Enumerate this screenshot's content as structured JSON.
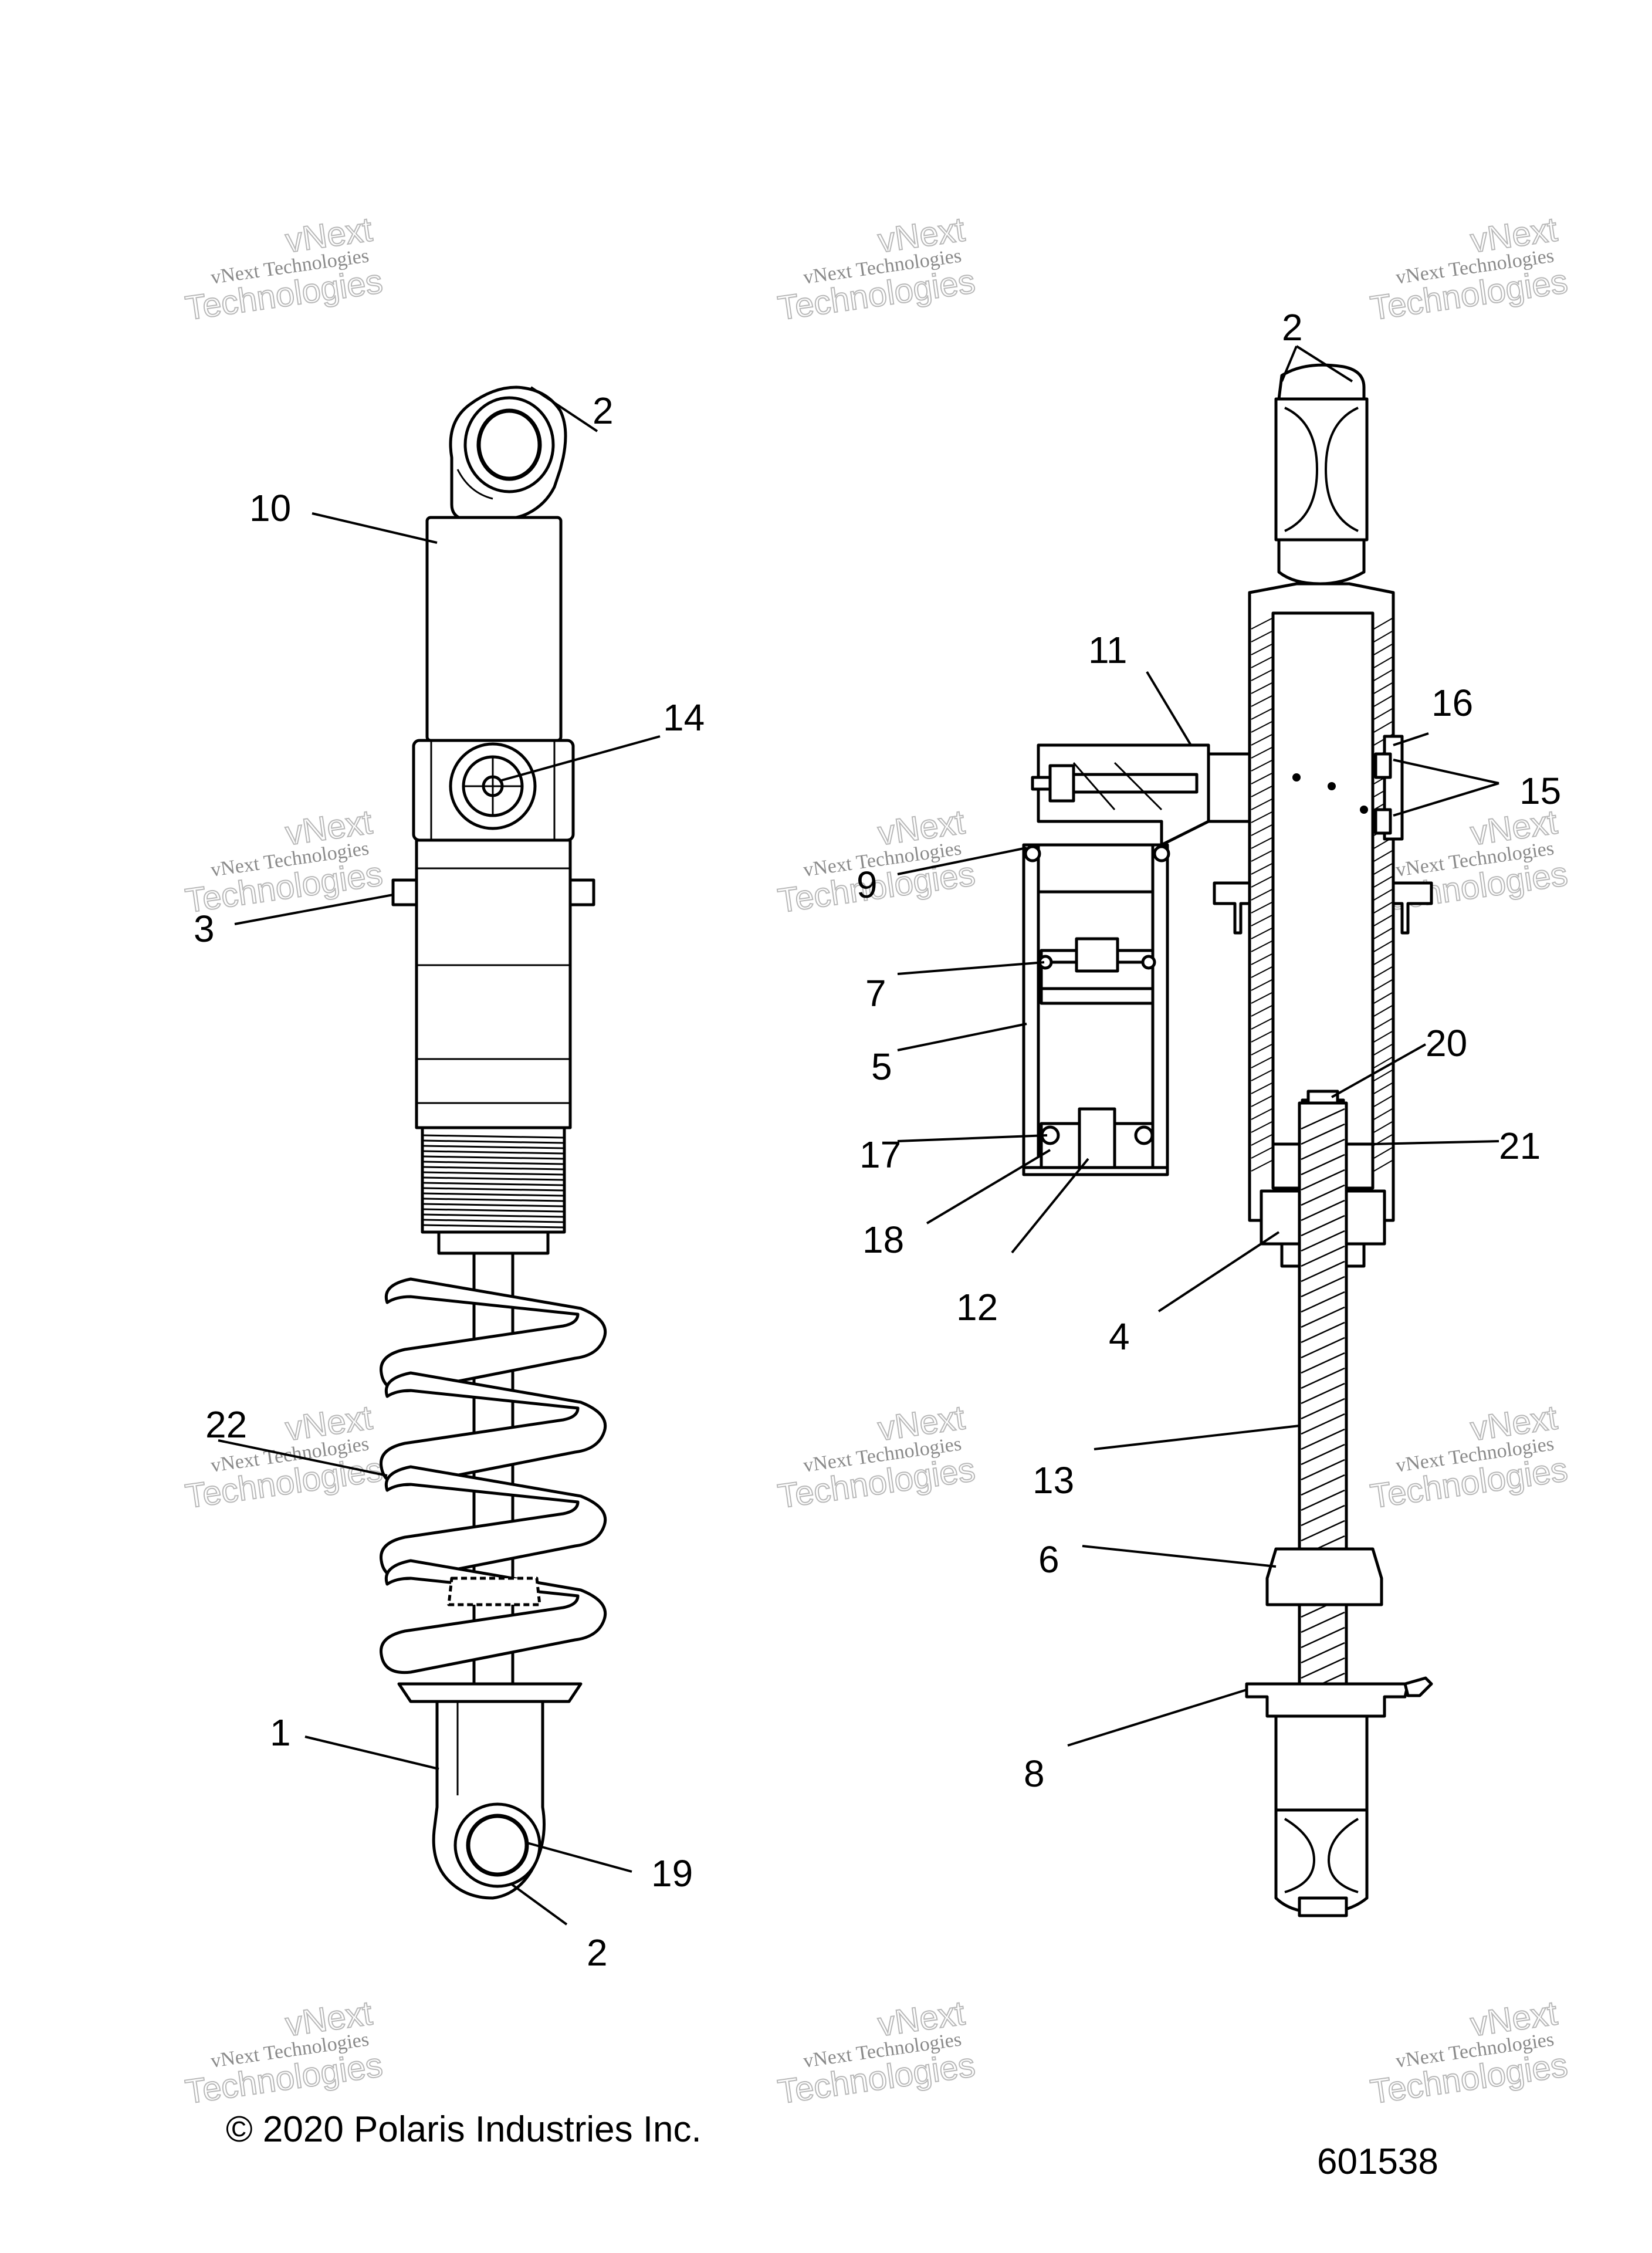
{
  "callouts": [
    {
      "id": "c-2-left-top",
      "text": "2"
    },
    {
      "id": "c-10",
      "text": "10"
    },
    {
      "id": "c-14",
      "text": "14"
    },
    {
      "id": "c-3",
      "text": "3"
    },
    {
      "id": "c-22",
      "text": "22"
    },
    {
      "id": "c-1",
      "text": "1"
    },
    {
      "id": "c-19",
      "text": "19"
    },
    {
      "id": "c-2-left-bottom",
      "text": "2"
    },
    {
      "id": "c-2-right-top",
      "text": "2"
    },
    {
      "id": "c-11",
      "text": "11"
    },
    {
      "id": "c-16",
      "text": "16"
    },
    {
      "id": "c-15",
      "text": "15"
    },
    {
      "id": "c-9",
      "text": "9"
    },
    {
      "id": "c-7",
      "text": "7"
    },
    {
      "id": "c-5",
      "text": "5"
    },
    {
      "id": "c-20",
      "text": "20"
    },
    {
      "id": "c-17",
      "text": "17"
    },
    {
      "id": "c-21",
      "text": "21"
    },
    {
      "id": "c-18",
      "text": "18"
    },
    {
      "id": "c-12",
      "text": "12"
    },
    {
      "id": "c-4",
      "text": "4"
    },
    {
      "id": "c-13",
      "text": "13"
    },
    {
      "id": "c-6",
      "text": "6"
    },
    {
      "id": "c-8",
      "text": "8"
    }
  ],
  "watermark": {
    "line1": "vNext Technologies",
    "line2": "vNext",
    "line3": "Technologies"
  },
  "footer": {
    "copyright": "© 2020 Polaris Industries Inc.",
    "diagram_number": "601538"
  }
}
